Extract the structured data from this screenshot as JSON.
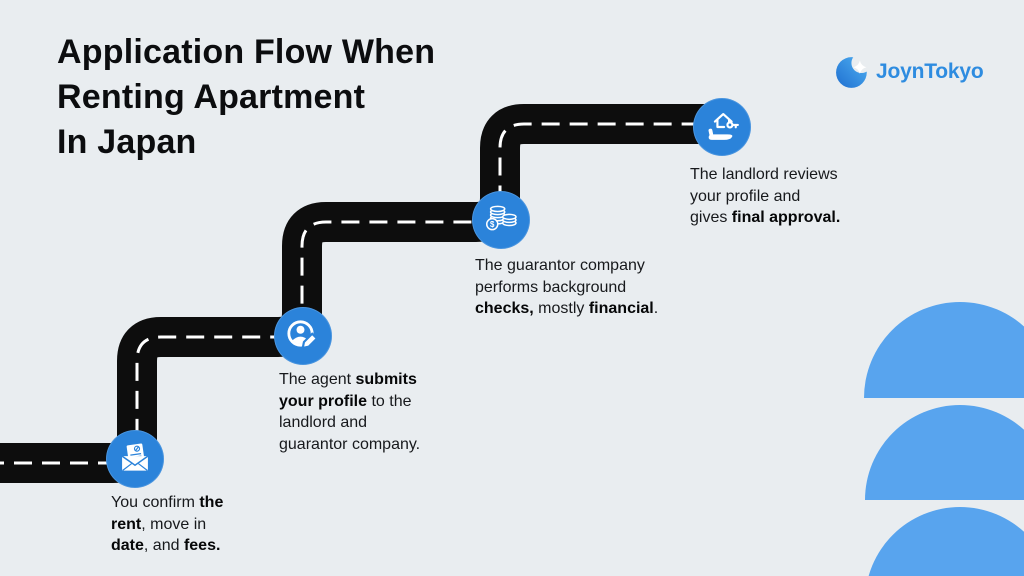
{
  "colors": {
    "background": "#e9edf0",
    "road": "#0d0d0d",
    "road_dash": "#ffffff",
    "milestone_blue": "#2b83da",
    "decor_blue": "#58a4ee",
    "logo_blue": "#2e8ce0",
    "text_dark": "#17191c"
  },
  "header": {
    "title_lines": [
      "Application Flow When",
      "Renting Apartment",
      "In Japan"
    ]
  },
  "logo": {
    "text": "JoynTokyo",
    "icon": "crescent-moon-star-icon"
  },
  "icons": {
    "coin_symbol": "$"
  },
  "steps": [
    {
      "icon": "mail-confirm-icon",
      "lines": [
        [
          {
            "t": "You confirm ",
            "b": 0
          },
          {
            "t": "the",
            "b": 1
          }
        ],
        [
          {
            "t": "rent",
            "b": 1
          },
          {
            "t": ", move in",
            "b": 0
          }
        ],
        [
          {
            "t": "date",
            "b": 1
          },
          {
            "t": ", and ",
            "b": 0
          },
          {
            "t": "fees.",
            "b": 1
          }
        ]
      ]
    },
    {
      "icon": "profile-edit-icon",
      "lines": [
        [
          {
            "t": "The agent ",
            "b": 0
          },
          {
            "t": "submits",
            "b": 1
          }
        ],
        [
          {
            "t": "your profile",
            "b": 1
          },
          {
            "t": " to the",
            "b": 0
          }
        ],
        [
          {
            "t": "landlord and",
            "b": 0
          }
        ],
        [
          {
            "t": "guarantor company.",
            "b": 0
          }
        ]
      ]
    },
    {
      "icon": "coins-icon",
      "lines": [
        [
          {
            "t": "The guarantor company",
            "b": 0
          }
        ],
        [
          {
            "t": "performs background",
            "b": 0
          }
        ],
        [
          {
            "t": "checks,",
            "b": 1
          },
          {
            "t": " mostly ",
            "b": 0
          },
          {
            "t": "financial",
            "b": 1
          },
          {
            "t": ".",
            "b": 0
          }
        ]
      ]
    },
    {
      "icon": "house-key-hand-icon",
      "lines": [
        [
          {
            "t": "The landlord reviews",
            "b": 0
          }
        ],
        [
          {
            "t": "your profile and",
            "b": 0
          }
        ],
        [
          {
            "t": "gives ",
            "b": 0
          },
          {
            "t": "final approval.",
            "b": 1
          }
        ]
      ]
    }
  ],
  "decor": {
    "semicircle_count": 3
  }
}
